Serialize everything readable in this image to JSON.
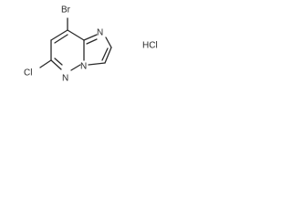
{
  "molecule": {
    "atoms": {
      "bromo": "Br",
      "chloro": "Cl",
      "pyridazine_n": "N",
      "bridge_n": "N",
      "imidazole_n": "N"
    },
    "salt": "HCl"
  }
}
